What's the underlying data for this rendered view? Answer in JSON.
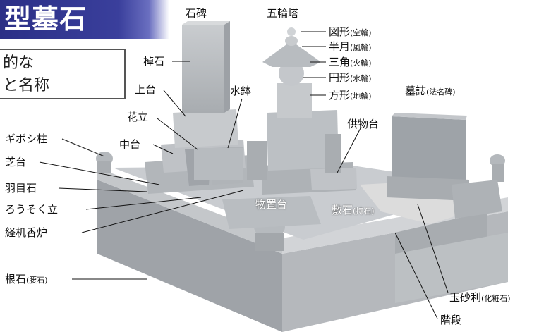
{
  "header": {
    "title": "型墓石",
    "subtitle_lines": [
      "的な",
      "と名称"
    ]
  },
  "labels": {
    "sekihi": "石碑",
    "gorinto": "五輪塔",
    "zukei": {
      "main": "図形",
      "sub": "(空輪)"
    },
    "hangetsu": {
      "main": "半月",
      "sub": "(風輪)"
    },
    "sankaku": {
      "main": "三角",
      "sub": "(火輪)"
    },
    "enkei": {
      "main": "円形",
      "sub": "(水輪)"
    },
    "houkei": {
      "main": "方形",
      "sub": "(地輪)"
    },
    "saoishi": "棹石",
    "jodai": "上台",
    "suibachi": "水鉢",
    "boshi": {
      "main": "墓誌",
      "sub": "(法名碑)"
    },
    "hanatate": "花立",
    "kumotsudai": "供物台",
    "giboshi": "ギボシ柱",
    "chudai": "中台",
    "shibadai": "芝台",
    "hameishi": "羽目石",
    "rousokutate": "ろうそく立",
    "monooki": "物置台",
    "shikiishi": {
      "main": "敷石",
      "sub": "(持石)"
    },
    "kyouzukuko": "経机香炉",
    "neishi": {
      "main": "根石",
      "sub": "(腰石)"
    },
    "tamajari": {
      "main": "玉砂利",
      "sub": "(化粧石)"
    },
    "kaidan": "階段"
  }
}
